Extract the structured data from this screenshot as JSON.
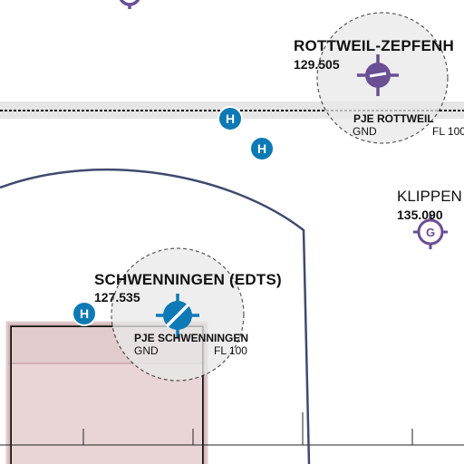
{
  "map": {
    "colors": {
      "airfield": "#6a4f95",
      "heliport": "#0e7ab5",
      "boundary": "#3f4a6e",
      "restricted_fill": "#ead5d6",
      "restricted_edge": "#c9a8aa"
    },
    "airfields": [
      {
        "name": "ROTTWEIL-ZEPFENH",
        "frequency": "129.505",
        "icon": "airfield-icon"
      },
      {
        "name": "SCHWENNINGEN (EDTS)",
        "frequency": "127.535",
        "icon": "airfield-icon"
      },
      {
        "name": "KLIPPEN",
        "frequency": "135.090",
        "icon": "glider-site-icon"
      }
    ],
    "parachute_zones": [
      {
        "name": "PJE ROTTWEIL",
        "lower": "GND",
        "upper": "FL 100"
      },
      {
        "name": "PJE SCHWENNINGEN",
        "lower": "GND",
        "upper": "FL 100"
      }
    ],
    "heliport_symbol": "H",
    "glider_symbol": "G"
  }
}
